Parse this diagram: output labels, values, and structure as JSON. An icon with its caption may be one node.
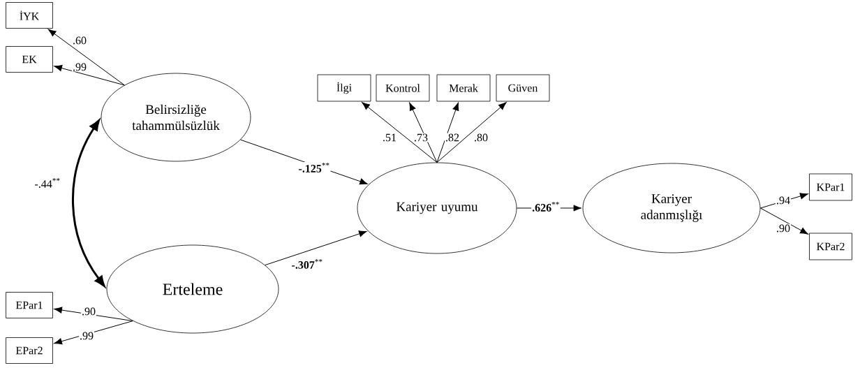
{
  "diagram": {
    "nodes": [
      {
        "text": [
          "İYK"
        ]
      },
      {
        "text": [
          "EK"
        ]
      },
      {
        "text": [
          "Belirsizliğe tahammülsüzlük"
        ]
      },
      {
        "text": [
          "İlgi"
        ]
      },
      {
        "text": [
          "Kontrol"
        ]
      },
      {
        "text": [
          "Merak"
        ]
      },
      {
        "text": [
          "Güven"
        ]
      },
      {
        "text": [
          "Kariyer uyumu"
        ]
      },
      {
        "text": [
          "Kariyer adanmışlığı"
        ]
      },
      {
        "text": [
          "KPar1"
        ]
      },
      {
        "text": [
          "KPar2"
        ]
      },
      {
        "text": [
          "Erteleme"
        ]
      },
      {
        "text": [
          "EPar1"
        ]
      },
      {
        "text": [
          "EPar2"
        ]
      }
    ],
    "edges": [
      {
        "from": 2,
        "to": 0,
        "arrow": "to",
        "label": ".60"
      },
      {
        "from": 2,
        "to": 1,
        "arrow": "to",
        "label": ".99"
      },
      {
        "from": 7,
        "to": 3,
        "arrow": "to",
        "label": ".51"
      },
      {
        "from": 7,
        "to": 4,
        "arrow": "to",
        "label": ".73"
      },
      {
        "from": 7,
        "to": 5,
        "arrow": "to",
        "label": ".82"
      },
      {
        "from": 7,
        "to": 6,
        "arrow": "to",
        "label": ".80"
      },
      {
        "from": 2,
        "to": 7,
        "arrow": "to",
        "label": "**-.125**$^{**}$"
      },
      {
        "from": 11,
        "to": 7,
        "arrow": "to",
        "label": "**-.307**$^{**}$"
      },
      {
        "from": 7,
        "to": 8,
        "arrow": "to",
        "label": "**.626**$^{**}$"
      },
      {
        "from": 8,
        "to": 9,
        "arrow": "to",
        "label": ".94"
      },
      {
        "from": 8,
        "to": 10,
        "arrow": "to",
        "label": ".90"
      },
      {
        "from": 11,
        "to": 12,
        "arrow": "to",
        "label": ".90"
      },
      {
        "from": 11,
        "to": 13,
        "arrow": "to",
        "label": ".99"
      },
      {
        "from": 2,
        "to": 11,
        "arrow": "both",
        "label": "-.44$^{**}$",
        "style": "thick"
      }
    ]
  }
}
